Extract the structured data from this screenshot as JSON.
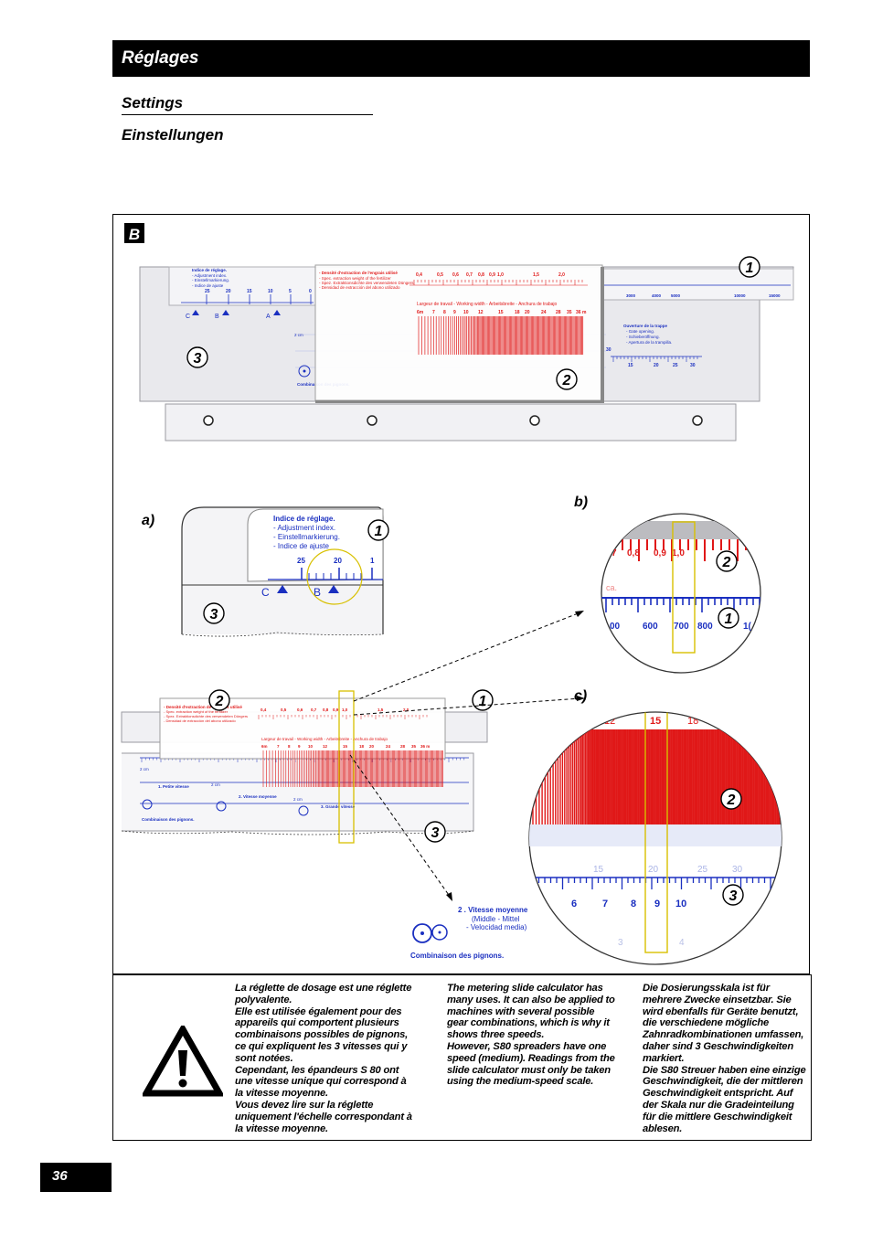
{
  "header": {
    "title": "Réglages",
    "subtitle_en": "Settings",
    "subtitle_de": "Einstellungen"
  },
  "figure": {
    "label": "B",
    "callouts": [
      "1",
      "2",
      "3"
    ],
    "detail_labels": {
      "a": "a)",
      "b": "b)",
      "c": "c)"
    },
    "scale_text": {
      "indice_fr": "Indice de réglage.",
      "indice_en": "- Adjustment index.",
      "indice_de": "- Einstellmarkierung.",
      "indice_es": "- Indice de ajuste",
      "marks": [
        "C",
        "B",
        "A"
      ],
      "index_ticks": [
        "25",
        "20",
        "15",
        "10",
        "5",
        "0"
      ],
      "density_title": "- Densité d'extraction de l'engrais utilisé",
      "density_en": "- Spec. extraction weight of the fertilizer",
      "density_de": "- Spez. Extraktionsdichte des verwendeten Düngers",
      "density_es": "- Densidad de extracción del abono utilizado",
      "density_ticks": [
        "0,4",
        "0,5",
        "0,6",
        "0,7",
        "0,8",
        "0,9",
        "1,0",
        "1,5",
        "2,0"
      ],
      "width_title": "Largeur de travail - Working width - Arbeitsbreite - Anchura de trabajo",
      "width_ticks": [
        "6m",
        "7",
        "8",
        "9",
        "10",
        "12",
        "15",
        "18",
        "20",
        "24",
        "28",
        "35",
        "36 m"
      ],
      "top_right_ticks": [
        "3000",
        "4000",
        "5000",
        "10000",
        "15000"
      ],
      "gate_title": "Ouverture de la trappe",
      "gate_en": "- Gate opening.",
      "gate_de": "- Schieberöffnung.",
      "gate_es": "- Apertura de la trampilla.",
      "gate_ticks": [
        "30",
        "15",
        "20",
        "25",
        "30"
      ],
      "b_density": [
        "0,8",
        "0,9",
        "1,0"
      ],
      "b_ticks": [
        "600",
        "700",
        "800"
      ],
      "c_top": [
        "12",
        "15",
        "18"
      ],
      "c_bottom": [
        "6",
        "7",
        "8",
        "9",
        "10"
      ],
      "speed_title": "2 . Vitesse moyenne",
      "speed_lines": [
        "(Middle - Mittel",
        "- Velocidad media)"
      ],
      "combo": "Combinaison des pignons."
    }
  },
  "warning": {
    "fr": [
      "La réglette de dosage est une réglette polyvalente.",
      "Elle est utilisée également pour des appareils qui comportent plusieurs combinaisons possibles de pignons, ce qui expliquent les 3 vitesses qui y sont notées.",
      "Cependant, les épandeurs S 80 ont une vitesse unique qui correspond à la vitesse moyenne.",
      "Vous devez lire sur la réglette uniquement l'échelle correspondant à la vitesse moyenne."
    ],
    "en": [
      "The metering slide calculator has many uses. It can also be applied to machines with several possible gear combinations, which is why it shows three speeds.",
      "However, S80 spreaders have one speed (medium). Readings from the slide calculator must only be taken using the medium-speed scale."
    ],
    "de": [
      "Die Dosierungsskala ist für mehrere Zwecke einsetzbar. Sie wird ebenfalls für Geräte benutzt, die verschiedene mögliche Zahnradkombinationen umfassen, daher sind 3 Geschwindigkeiten markiert.",
      "Die S80 Streuer haben eine einzige Geschwindigkeit, die der mittleren Geschwindigkeit entspricht. Auf der Skala nur die Gradeinteilung für die mittlere Geschwindigkeit ablesen."
    ]
  },
  "page_number": "36",
  "colors": {
    "blue": "#1a2fc0",
    "red": "#e01818",
    "yellow": "#d8c000"
  }
}
